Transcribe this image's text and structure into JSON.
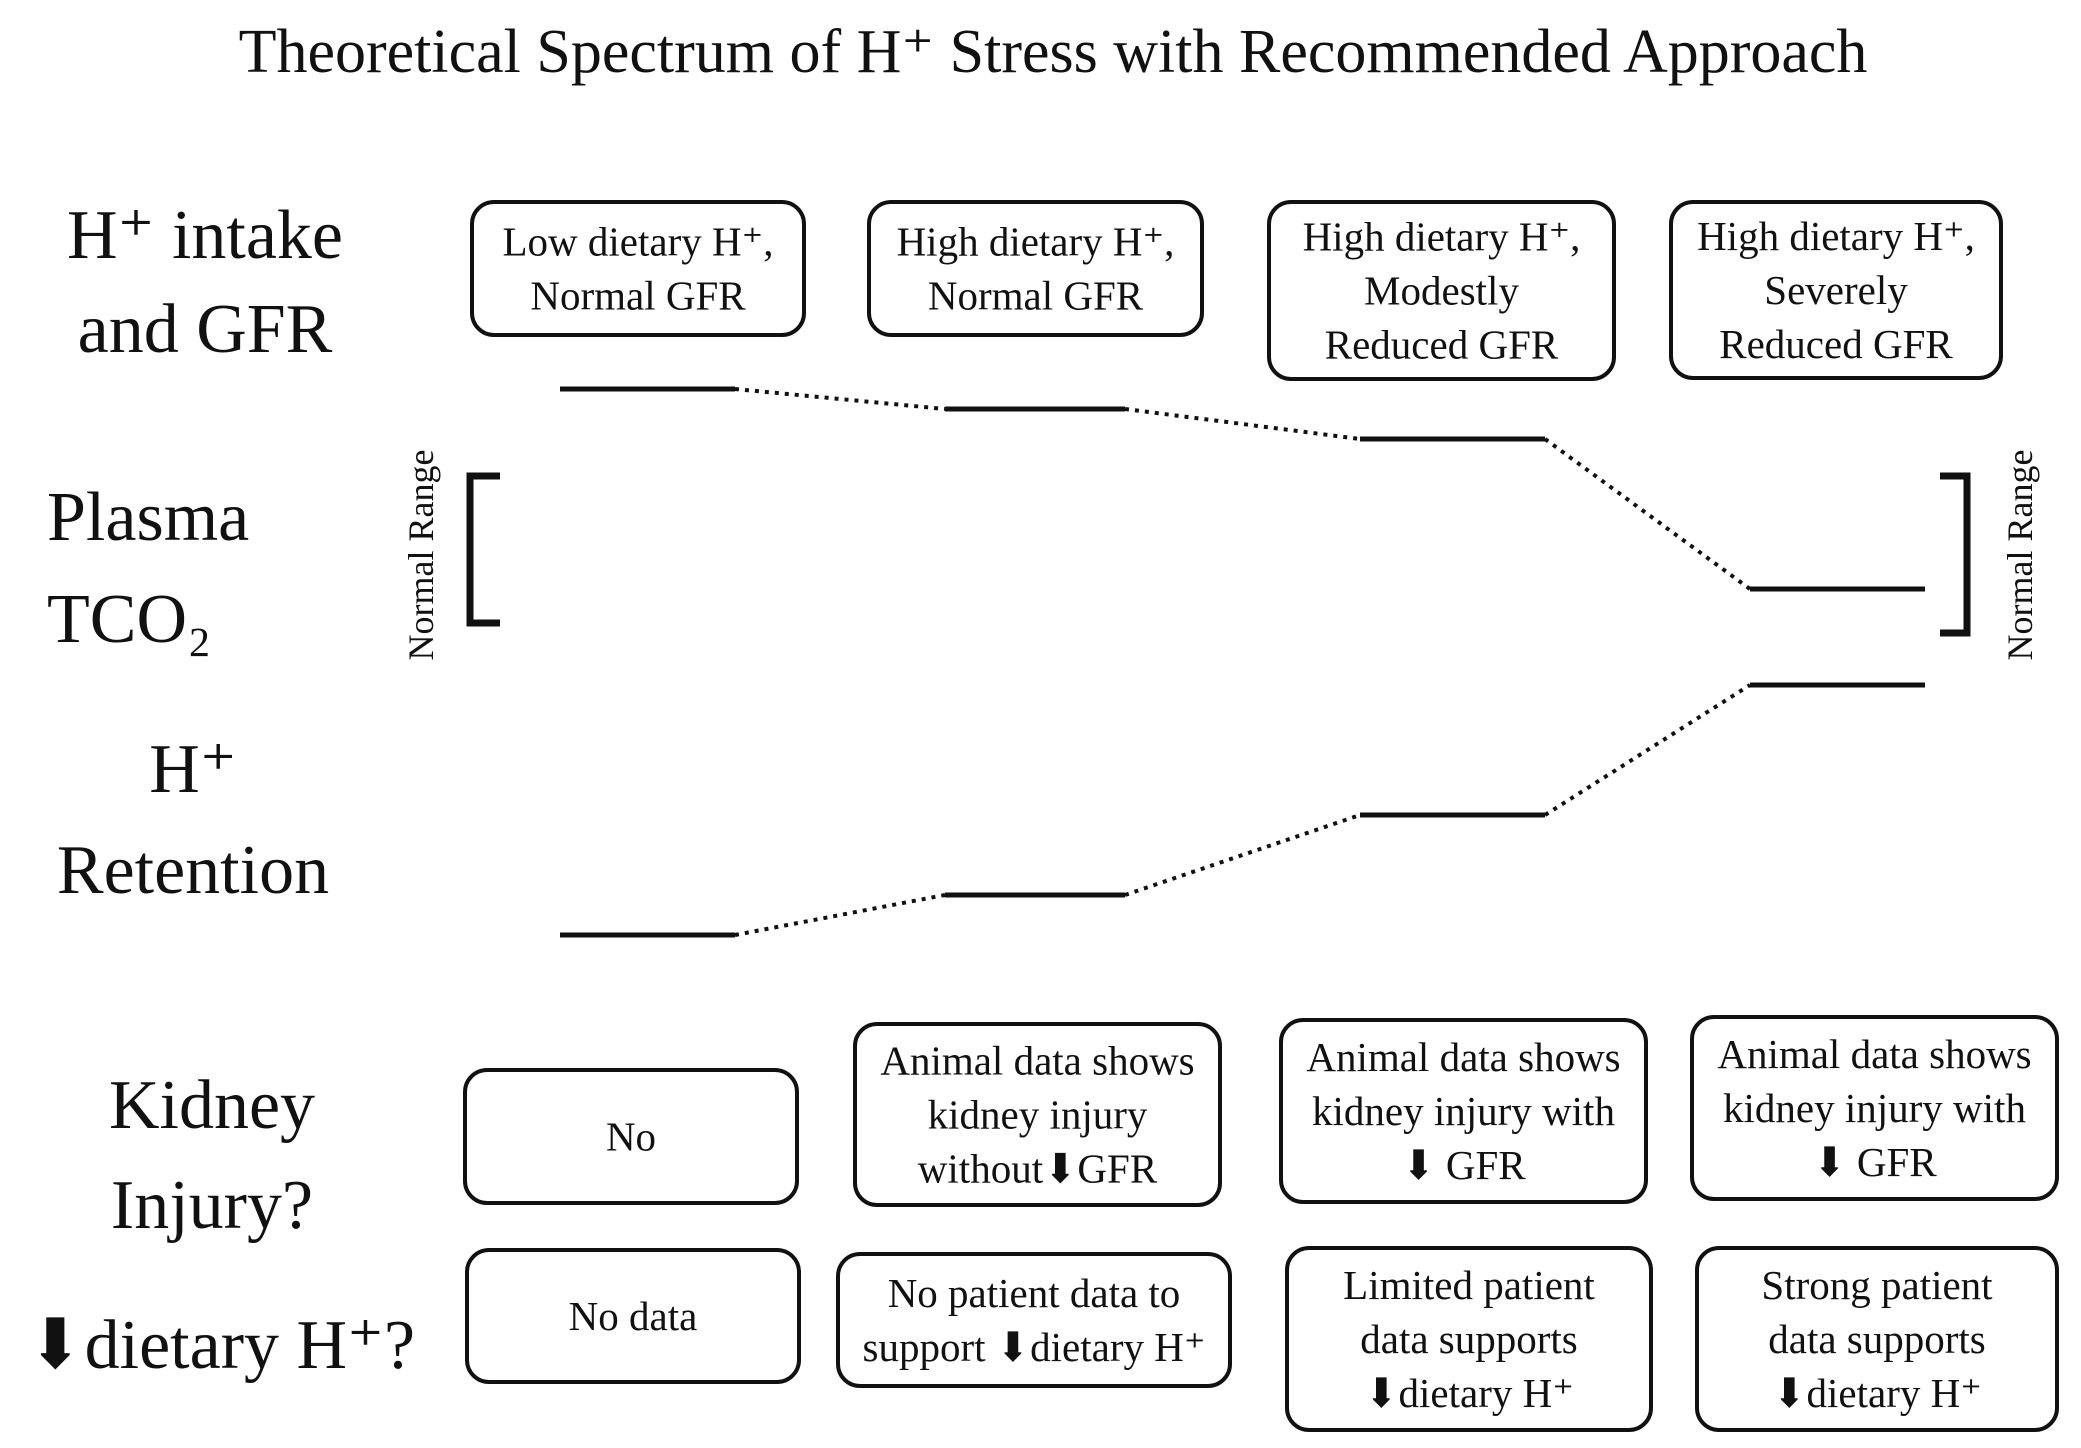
{
  "title": "Theoretical Spectrum of H⁺ Stress with Recommended Approach",
  "rows": {
    "intake": {
      "lines": [
        "H⁺ intake",
        "and GFR"
      ]
    },
    "tco2": {
      "lines": [
        "Plasma",
        "TCO₂"
      ]
    },
    "retention": {
      "lines": [
        "H⁺",
        "Retention"
      ]
    },
    "injury": {
      "lines": [
        "Kidney",
        "Injury?"
      ]
    },
    "dietary": {
      "lines": [
        "⬇dietary H⁺?"
      ]
    }
  },
  "normal_range_label": "Normal Range",
  "intake_boxes": [
    {
      "lines": [
        "Low dietary H⁺,",
        "Normal GFR"
      ]
    },
    {
      "lines": [
        "High dietary H⁺,",
        "Normal GFR"
      ]
    },
    {
      "lines": [
        "High dietary H⁺,",
        "Modestly",
        "Reduced GFR"
      ]
    },
    {
      "lines": [
        "High dietary H⁺,",
        "Severely",
        "Reduced GFR"
      ]
    }
  ],
  "injury_boxes": [
    {
      "lines": [
        "No"
      ]
    },
    {
      "lines": [
        "Animal data shows",
        "kidney injury",
        "without⬇GFR"
      ]
    },
    {
      "lines": [
        "Animal data shows",
        "kidney injury with",
        "⬇ GFR"
      ]
    },
    {
      "lines": [
        "Animal data shows",
        "kidney injury with",
        "⬇ GFR"
      ]
    }
  ],
  "dietary_boxes": [
    {
      "lines": [
        "No data"
      ]
    },
    {
      "lines": [
        "No patient data to",
        "support ⬇dietary H⁺"
      ]
    },
    {
      "lines": [
        "Limited patient",
        "data supports",
        "⬇dietary H⁺"
      ]
    },
    {
      "lines": [
        "Strong patient",
        "data supports",
        "⬇dietary H⁺"
      ]
    }
  ],
  "plasma_tco2_levels": [
    3.9,
    3.7,
    3.4,
    1.9
  ],
  "h_retention_levels": [
    0.8,
    1.2,
    2.0,
    3.3
  ]
}
